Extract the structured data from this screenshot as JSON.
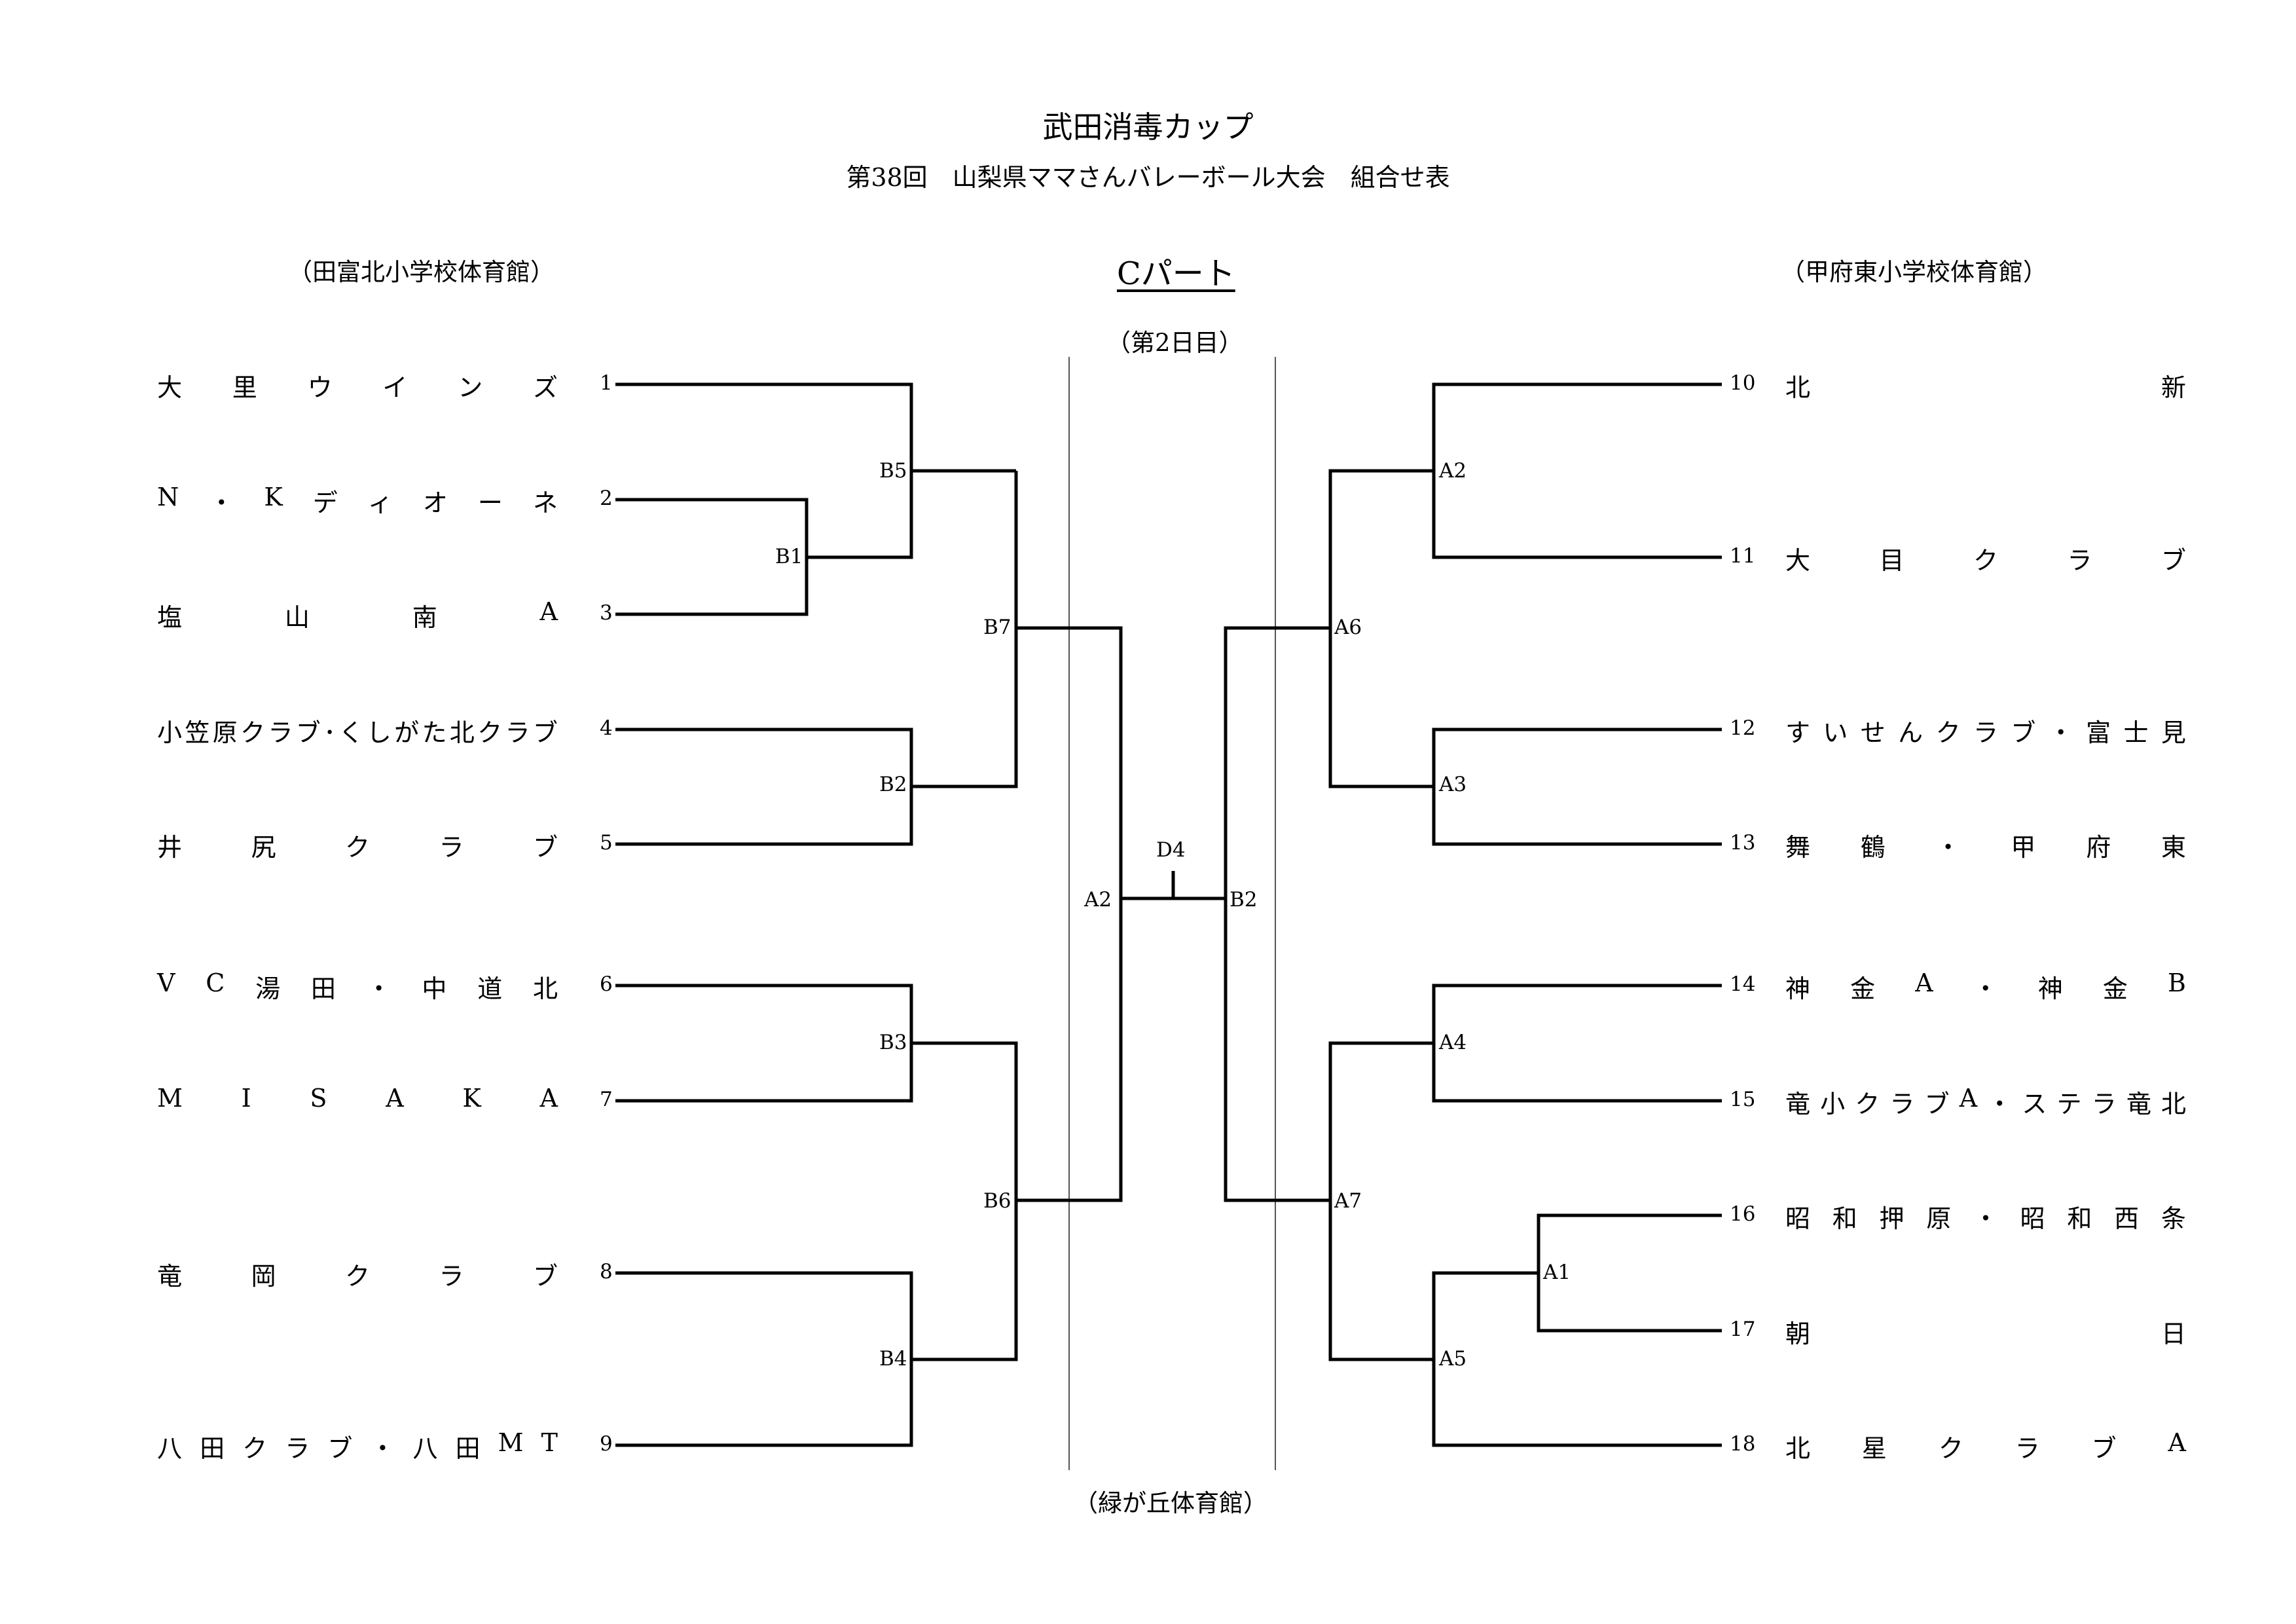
{
  "header": {
    "title": "武田消毒カップ",
    "subtitle": "第38回　山梨県ママさんバレーボール大会　組合せ表"
  },
  "part_label": "Cパート",
  "day_label": "（第2日目）",
  "venues": {
    "left": "（田富北小学校体育館）",
    "right": "（甲府東小学校体育館）",
    "center": "（緑が丘体育館）"
  },
  "left_teams": [
    {
      "num": "1",
      "name": "大里ウインズ"
    },
    {
      "num": "2",
      "name": "N・Kディオーネ"
    },
    {
      "num": "3",
      "name": "塩山南A"
    },
    {
      "num": "4",
      "name": "小笠原クラブ･くしがた北クラブ"
    },
    {
      "num": "5",
      "name": "井尻クラブ"
    },
    {
      "num": "6",
      "name": "VC湯田・中道北"
    },
    {
      "num": "7",
      "name": "MISAKA"
    },
    {
      "num": "8",
      "name": "竜岡クラブ"
    },
    {
      "num": "9",
      "name": "八田クラブ・八田MT"
    }
  ],
  "right_teams": [
    {
      "num": "10",
      "name": "北新"
    },
    {
      "num": "11",
      "name": "大目クラブ"
    },
    {
      "num": "12",
      "name": "すいせんクラブ・富士見"
    },
    {
      "num": "13",
      "name": "舞鶴・甲府東"
    },
    {
      "num": "14",
      "name": "神金A・神金B"
    },
    {
      "num": "15",
      "name": "竜小クラブA・ステラ竜北"
    },
    {
      "num": "16",
      "name": "昭和押原・昭和西条"
    },
    {
      "num": "17",
      "name": "朝日"
    },
    {
      "num": "18",
      "name": "北星クラブA"
    }
  ],
  "matches": {
    "left": [
      "B1",
      "B2",
      "B3",
      "B4",
      "B5",
      "B6",
      "B7"
    ],
    "right": [
      "A1",
      "A2",
      "A3",
      "A4",
      "A5",
      "A6",
      "A7"
    ],
    "center_left": "A2",
    "center_right": "B2",
    "final": "D4"
  }
}
